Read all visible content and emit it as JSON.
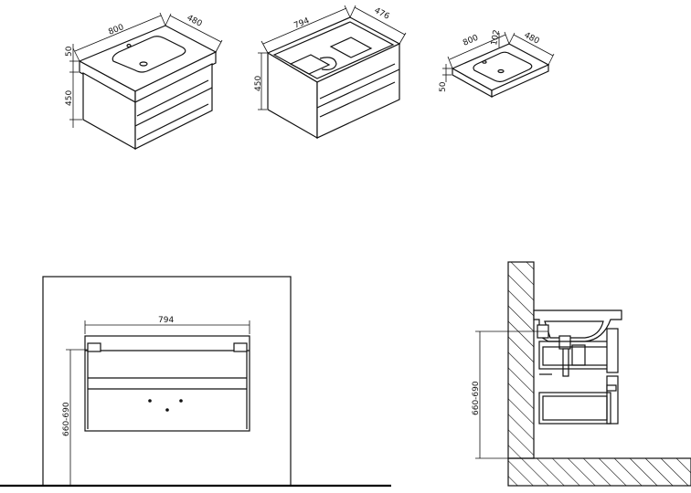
{
  "views": {
    "iso_full": {
      "width_label": "800",
      "depth_label": "480",
      "top_height_label": "50",
      "cabinet_height_label": "450"
    },
    "iso_cabinet": {
      "width_label": "794",
      "depth_label": "476",
      "height_label": "450"
    },
    "iso_basin": {
      "width_label": "800",
      "depth_label": "480",
      "bowl_label": "102",
      "height_label": "50"
    },
    "front_view": {
      "width_label": "794",
      "mount_height_label": "660-690"
    },
    "side_view": {
      "mount_height_label": "660-690"
    }
  },
  "colors": {
    "line": "#111111",
    "background": "#ffffff"
  }
}
